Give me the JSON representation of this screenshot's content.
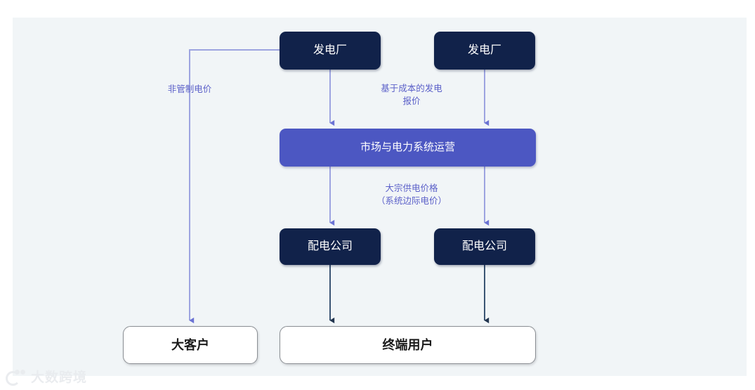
{
  "diagram": {
    "background_color": "#f1f5f7",
    "page_color": "#ffffff",
    "nodes": {
      "generator_left": {
        "label": "发电厂",
        "fill": "#11224a",
        "text_color": "#ffffff"
      },
      "generator_right": {
        "label": "发电厂",
        "fill": "#11224a",
        "text_color": "#ffffff"
      },
      "market_operator": {
        "label": "市场与电力系统运营",
        "fill": "#4c57c2",
        "text_color": "#ffffff"
      },
      "distributor_left": {
        "label": "配电公司",
        "fill": "#11224a",
        "text_color": "#ffffff"
      },
      "distributor_right": {
        "label": "配电公司",
        "fill": "#11224a",
        "text_color": "#ffffff"
      },
      "large_customer": {
        "label": "大客户",
        "fill": "#ffffff",
        "text_color": "#1b1b1b"
      },
      "end_user": {
        "label": "终端用户",
        "fill": "#ffffff",
        "text_color": "#1b1b1b"
      }
    },
    "edge_labels": {
      "unregulated_price": "非管制电价",
      "cost_based_bid": "基于成本的发电\n报价",
      "wholesale_price": "大宗供电价格\n（系统边际电价）"
    },
    "colors": {
      "arrow_light": "#9da4e0",
      "arrow_dark": "#3b5574",
      "label_text": "#5c61c9",
      "node_border_grey": "#8b8f94"
    }
  },
  "watermark": {
    "text": "大数跨境"
  }
}
